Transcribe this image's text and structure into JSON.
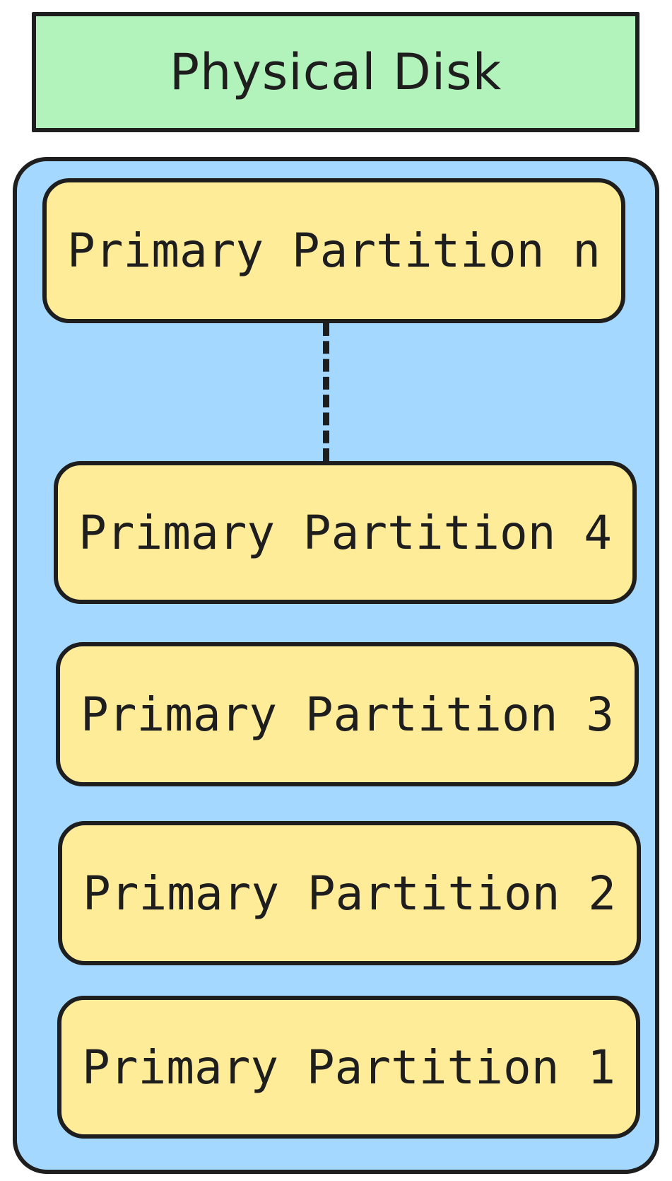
{
  "diagram": {
    "header": {
      "label": "Physical Disk"
    },
    "partitions": [
      {
        "label": "Primary Partition n"
      },
      {
        "label": "Primary Partition 4"
      },
      {
        "label": "Primary Partition 3"
      },
      {
        "label": "Primary Partition 2"
      },
      {
        "label": "Primary Partition 1"
      }
    ],
    "colors": {
      "header_fill": "#b2f2bb",
      "container_fill": "#a5d8ff",
      "partition_fill": "#ffec99",
      "stroke": "#1e1e1e"
    }
  }
}
